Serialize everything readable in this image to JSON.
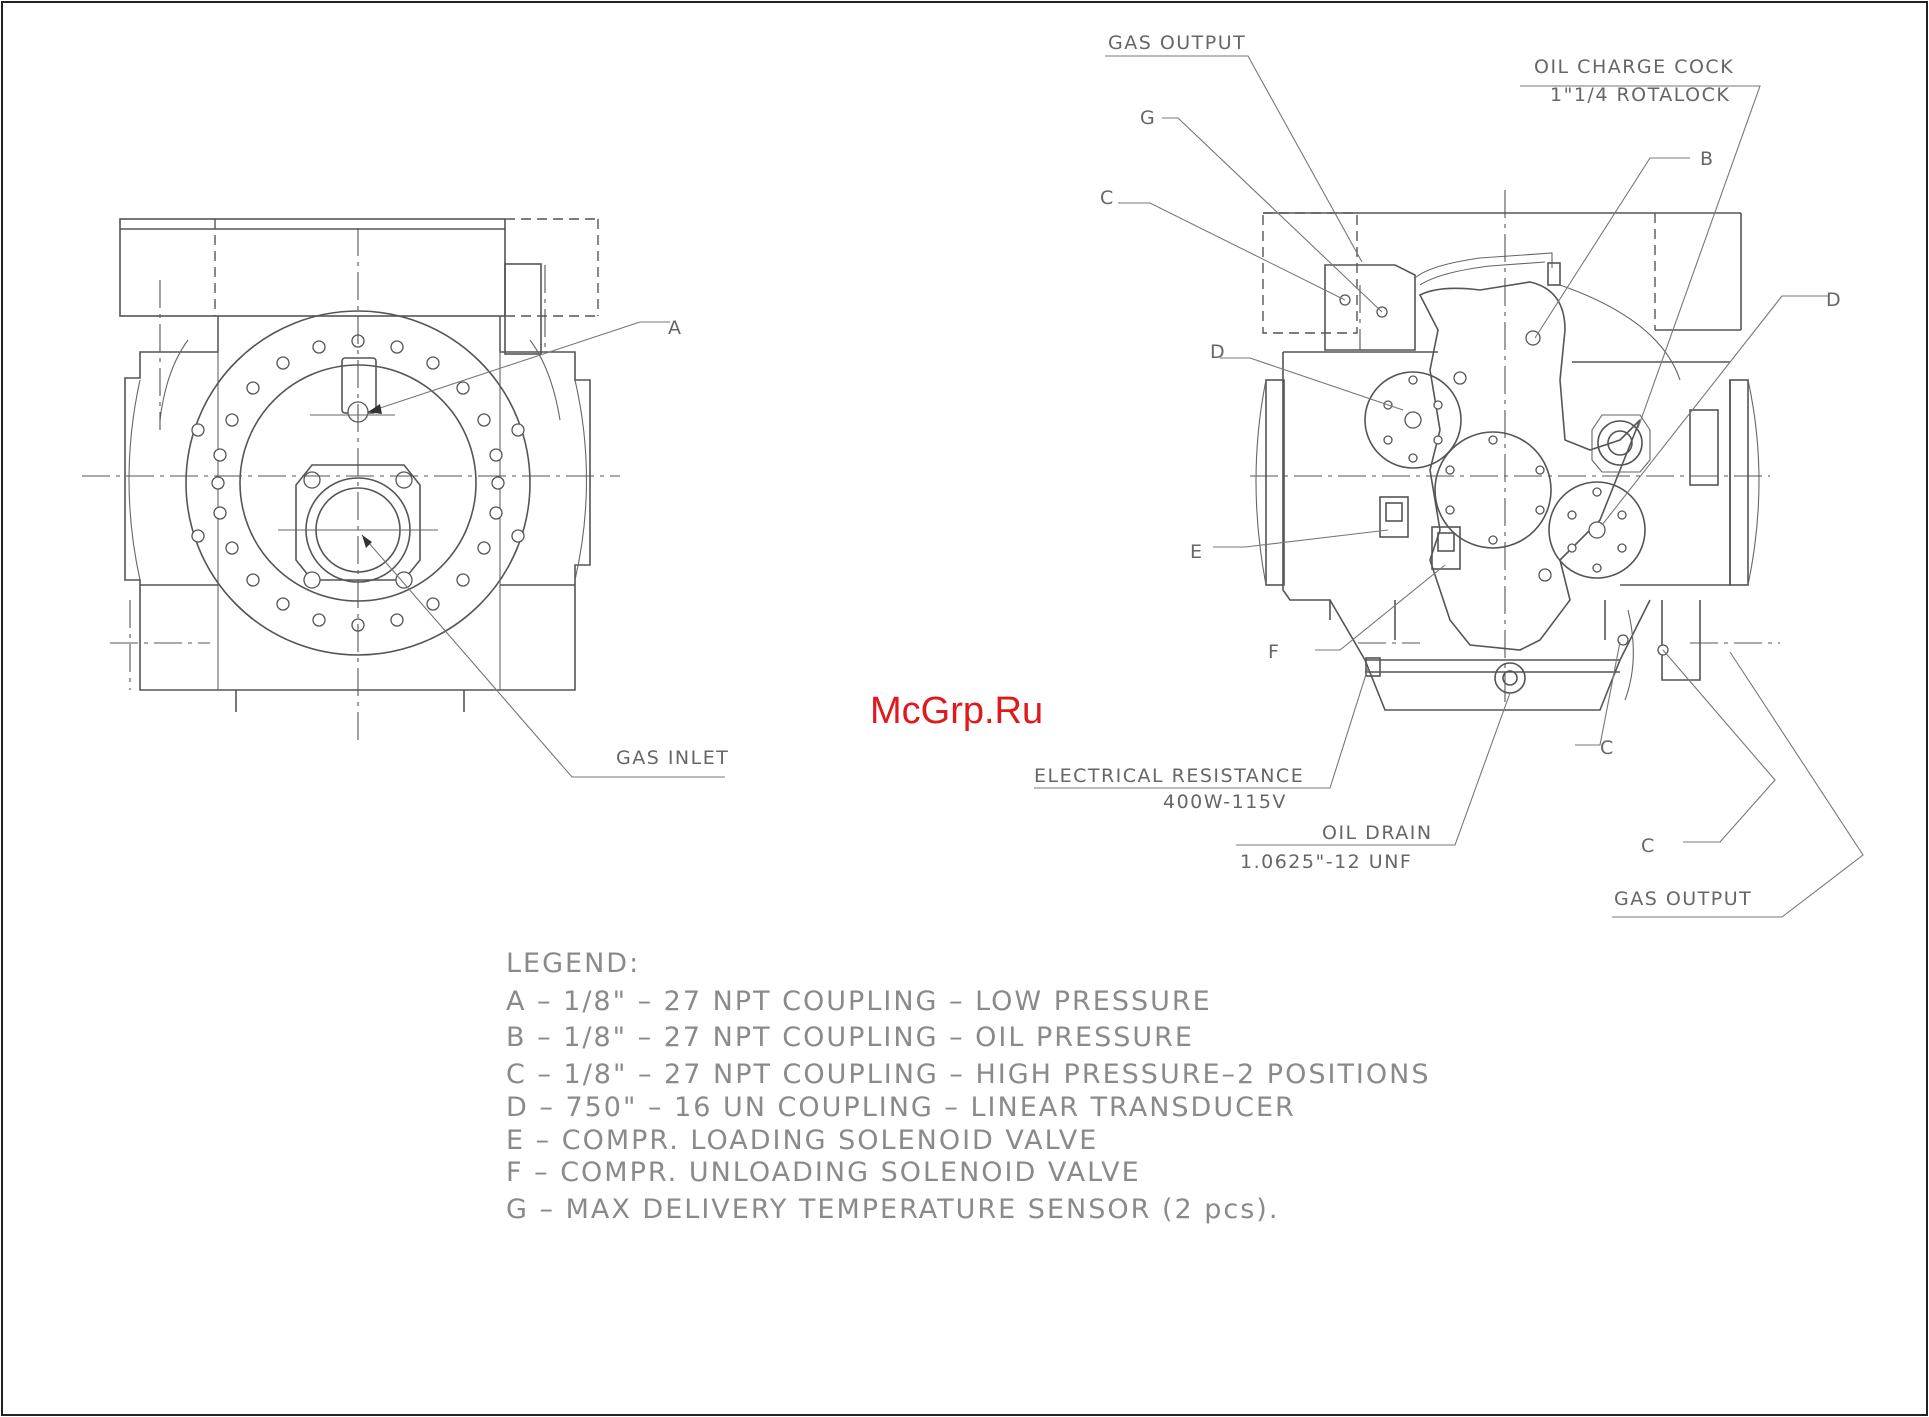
{
  "watermark": "McGrp.Ru",
  "left_view": {
    "labels": {
      "a": "A",
      "gas_inlet": "GAS INLET"
    }
  },
  "right_view": {
    "labels": {
      "gas_output_top": "GAS OUTPUT",
      "oil_charge_cock_line1": "OIL CHARGE COCK",
      "oil_charge_cock_line2": "1\"1/4 ROTALOCK",
      "g": "G",
      "c_top": "C",
      "b": "B",
      "d_left": "D",
      "d_right": "D",
      "e": "E",
      "f": "F",
      "c_bottom_mid": "C",
      "c_bottom_right": "C",
      "electrical_resistance_line1": "ELECTRICAL RESISTANCE",
      "electrical_resistance_line2": "400W-115V",
      "oil_drain_line1": "OIL DRAIN",
      "oil_drain_line2": "1.0625\"-12 UNF",
      "gas_output_bottom": "GAS OUTPUT"
    }
  },
  "legend": {
    "title": "LEGEND:",
    "items": [
      "A – 1/8\" – 27 NPT COUPLING – LOW PRESSURE",
      "B – 1/8\" – 27 NPT COUPLING – OIL PRESSURE",
      "C – 1/8\" – 27 NPT COUPLING – HIGH PRESSURE–2 POSITIONS",
      "D – 750\" – 16 UN COUPLING – LINEAR TRANSDUCER",
      "E – COMPR. LOADING SOLENOID VALVE",
      "F – COMPR. UNLOADING SOLENOID VALVE",
      "G – MAX DELIVERY TEMPERATURE SENSOR (2 pcs)."
    ]
  }
}
